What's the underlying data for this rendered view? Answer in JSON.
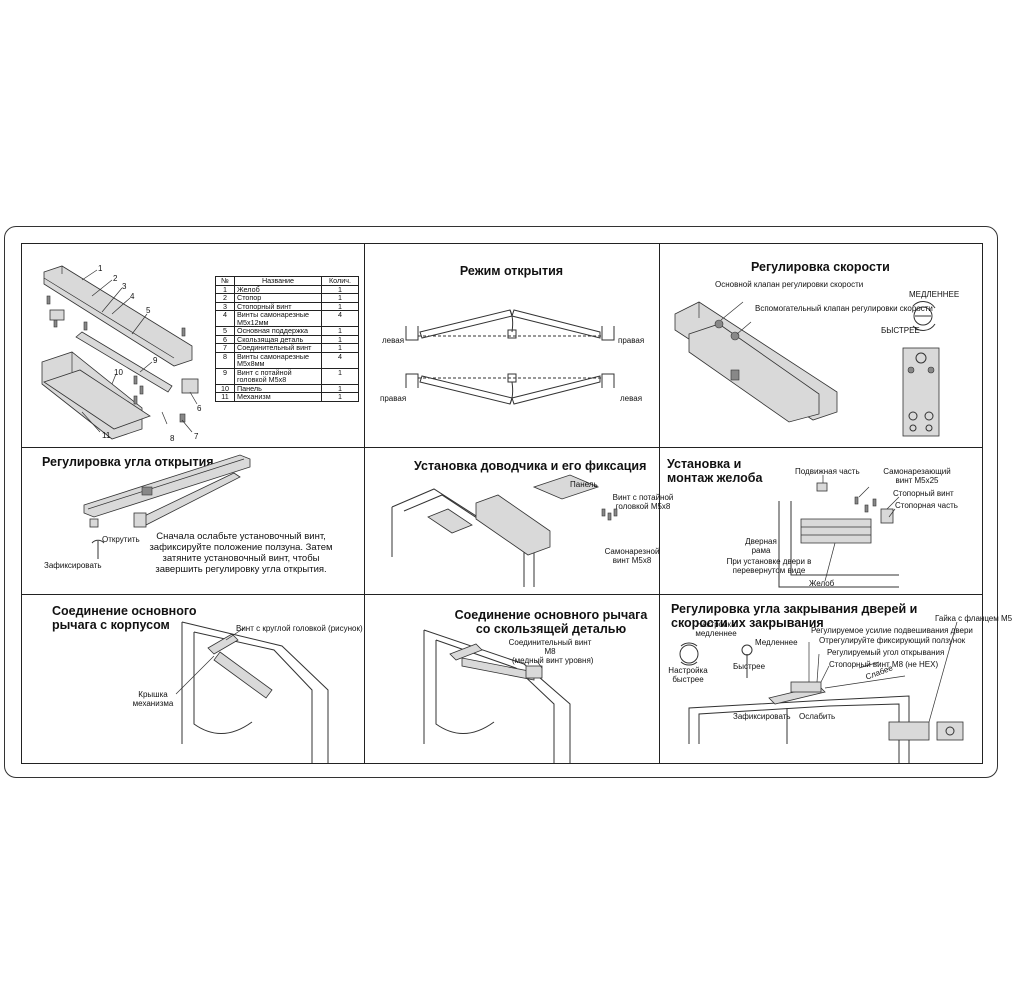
{
  "parts_table": {
    "headers": {
      "num": "№",
      "name": "Название",
      "qty": "Колич."
    },
    "rows": [
      {
        "num": "1",
        "name": "Желоб",
        "qty": "1"
      },
      {
        "num": "2",
        "name": "Стопор",
        "qty": "1"
      },
      {
        "num": "3",
        "name": "Стопорный винт",
        "qty": "1"
      },
      {
        "num": "4",
        "name": "Винты самонарезные М5х12мм",
        "qty": "4"
      },
      {
        "num": "5",
        "name": "Основная поддержка",
        "qty": "1"
      },
      {
        "num": "6",
        "name": "Скользящая деталь",
        "qty": "1"
      },
      {
        "num": "7",
        "name": "Соединительный винт",
        "qty": "1"
      },
      {
        "num": "8",
        "name": "Винты самонарезные М5х8мм",
        "qty": "4"
      },
      {
        "num": "9",
        "name": "Винт с потайной головкой М5х8",
        "qty": "1"
      },
      {
        "num": "10",
        "name": "Панель",
        "qty": "1"
      },
      {
        "num": "11",
        "name": "Механизм",
        "qty": "1"
      }
    ]
  },
  "exploded": {
    "callouts": [
      "1",
      "2",
      "3",
      "4",
      "5",
      "6",
      "7",
      "8",
      "9",
      "10",
      "11"
    ]
  },
  "opening_mode": {
    "title": "Режим открытия",
    "left": "левая",
    "right": "правая",
    "right2": "правая",
    "left2": "левая"
  },
  "speed": {
    "title": "Регулировка скорости",
    "main_valve": "Основной клапан регулировки скорости",
    "aux_valve": "Вспомогательный клапан регулировки скорости",
    "slower": "МЕДЛЕННЕЕ",
    "faster": "БЫСТРЕЕ"
  },
  "angle_open": {
    "title": "Регулировка угла открытия",
    "open": "Открутить",
    "fix": "Зафиксировать",
    "text": "Сначала ослабьте установочный винт, зафиксируйте положение ползуна. Затем затяните установочный винт, чтобы завершить регулировку угла открытия."
  },
  "install": {
    "title": "Установка доводчика и его фиксация",
    "panel": "Панель",
    "countersunk": "Винт с потайной головкой М5х8",
    "self_tap": "Самонарезной винт М5х8"
  },
  "rail": {
    "title": "Установка и монтаж желоба",
    "moving_part": "Подвижная часть",
    "self_tap_screw": "Самонарезающий винт М5х25",
    "stop_screw": "Стопорный винт",
    "stop_part": "Стопорная часть",
    "door_frame": "Дверная рама",
    "inverted": "При установке двери в перевернутом виде",
    "rail_label": "Желоб"
  },
  "connect_body": {
    "title": "Соединение основного рычага с корпусом",
    "round_screw": "Винт с круглой головкой (рисунок)",
    "cover": "Крышка механизма"
  },
  "connect_slider": {
    "title": "Соединение основного рычага со скользящей деталью",
    "screw": "Соединительный винт М8",
    "screw_note": "(медный винт уровня)"
  },
  "closing": {
    "title": "Регулировка угла закрывания дверей и скорости их закрывания",
    "nut": "Гайка с фланцем М5",
    "slower_adj": "Настройка медленнее",
    "faster_adj": "Настройка быстрее",
    "slower": "Медленнее",
    "faster": "Быстрее",
    "force": "Регулируемое усилие подвешивания двери",
    "adjust_fix": "Отрегулируйте фиксирующий ползунок",
    "open_angle": "Регулируемый угол открывания",
    "stop_screw": "Стопорный винт М8 (не НЕХ)",
    "weaker": "Слабее",
    "fix": "Зафиксировать",
    "loosen": "Ослабить"
  }
}
